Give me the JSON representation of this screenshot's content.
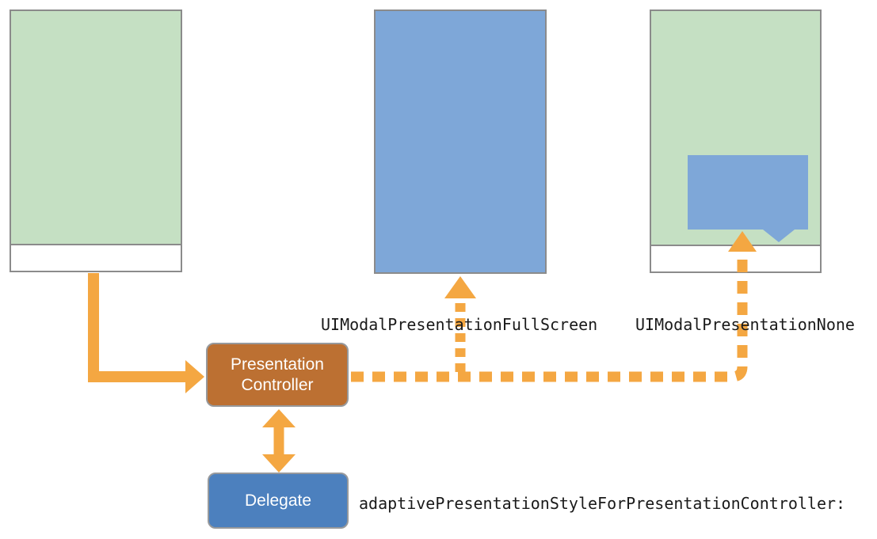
{
  "diagram": {
    "boxes": {
      "controller": {
        "line1": "Presentation",
        "line2": "Controller",
        "fill": "#bc7032"
      },
      "delegate": {
        "label": "Delegate",
        "fill": "#4c80be"
      }
    },
    "labels": {
      "fullscreen": "UIModalPresentationFullScreen",
      "none": "UIModalPresentationNone",
      "delegate_method": "adaptivePresentationStyleForPresentationController:"
    },
    "devices": {
      "presenting": {
        "screen": "green",
        "bottom_bar": true
      },
      "fullscreen": {
        "screen": "blue",
        "bottom_bar": false
      },
      "popover": {
        "screen": "green",
        "bottom_bar": true,
        "overlay": "popover-callout"
      }
    },
    "colors": {
      "screen_green": "#c5e0c3",
      "modal_blue": "#7ea7d8",
      "arrow_orange": "#f4a742",
      "controller_brown": "#bc7032",
      "delegate_blue": "#4c80be",
      "device_border": "#8b8b8b",
      "box_border": "#97999c",
      "label_text": "#1a1a1a",
      "box_text": "#ffffff",
      "background": "#ffffff"
    }
  }
}
